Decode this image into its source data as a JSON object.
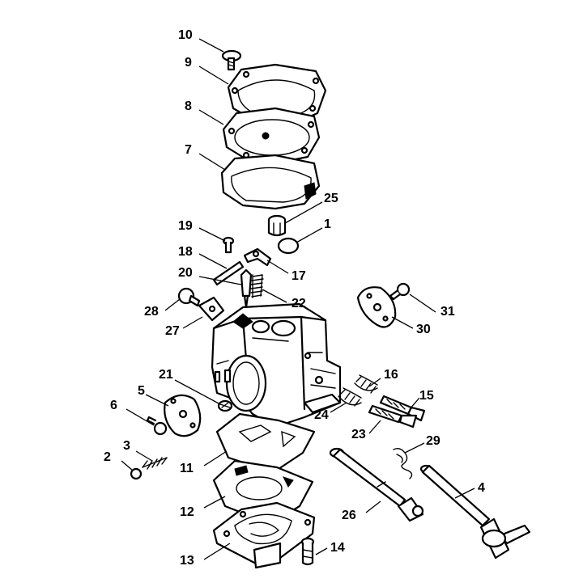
{
  "callouts": [
    {
      "id": "10",
      "label": "10"
    },
    {
      "id": "9",
      "label": "9"
    },
    {
      "id": "8",
      "label": "8"
    },
    {
      "id": "7",
      "label": "7"
    },
    {
      "id": "25",
      "label": "25"
    },
    {
      "id": "1",
      "label": "1"
    },
    {
      "id": "19",
      "label": "19"
    },
    {
      "id": "18",
      "label": "18"
    },
    {
      "id": "17",
      "label": "17"
    },
    {
      "id": "20",
      "label": "20"
    },
    {
      "id": "22",
      "label": "22"
    },
    {
      "id": "28",
      "label": "28"
    },
    {
      "id": "27",
      "label": "27"
    },
    {
      "id": "31",
      "label": "31"
    },
    {
      "id": "30",
      "label": "30"
    },
    {
      "id": "21",
      "label": "21"
    },
    {
      "id": "5",
      "label": "5"
    },
    {
      "id": "6",
      "label": "6"
    },
    {
      "id": "16",
      "label": "16"
    },
    {
      "id": "15",
      "label": "15"
    },
    {
      "id": "24",
      "label": "24"
    },
    {
      "id": "23",
      "label": "23"
    },
    {
      "id": "3",
      "label": "3"
    },
    {
      "id": "2",
      "label": "2"
    },
    {
      "id": "29",
      "label": "29"
    },
    {
      "id": "11",
      "label": "11"
    },
    {
      "id": "4",
      "label": "4"
    },
    {
      "id": "12",
      "label": "12"
    },
    {
      "id": "26",
      "label": "26"
    },
    {
      "id": "13",
      "label": "13"
    },
    {
      "id": "14",
      "label": "14"
    }
  ]
}
